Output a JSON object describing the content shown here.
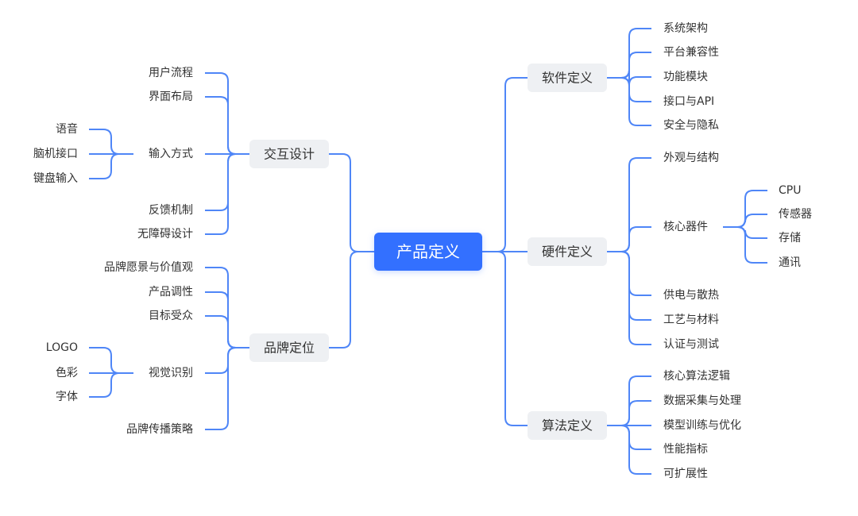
{
  "colors": {
    "root_fill": "#3370ff",
    "root_text": "#ffffff",
    "branch_fill": "#eef0f3",
    "text": "#333333",
    "edge": "#4f86f7",
    "background": "#ffffff"
  },
  "root": {
    "label": "产品定义"
  },
  "right": [
    {
      "label": "软件定义",
      "children": [
        {
          "label": "系统架构"
        },
        {
          "label": "平台兼容性"
        },
        {
          "label": "功能模块"
        },
        {
          "label": "接口与API"
        },
        {
          "label": "安全与隐私"
        }
      ]
    },
    {
      "label": "硬件定义",
      "children": [
        {
          "label": "外观与结构"
        },
        {
          "label": "核心器件",
          "children": [
            {
              "label": "CPU"
            },
            {
              "label": "传感器"
            },
            {
              "label": "存储"
            },
            {
              "label": "通讯"
            }
          ]
        },
        {
          "label": "供电与散热"
        },
        {
          "label": "工艺与材料"
        },
        {
          "label": "认证与测试"
        }
      ]
    },
    {
      "label": "算法定义",
      "children": [
        {
          "label": "核心算法逻辑"
        },
        {
          "label": "数据采集与处理"
        },
        {
          "label": "模型训练与优化"
        },
        {
          "label": "性能指标"
        },
        {
          "label": "可扩展性"
        }
      ]
    }
  ],
  "left": [
    {
      "label": "交互设计",
      "children": [
        {
          "label": "用户流程"
        },
        {
          "label": "界面布局"
        },
        {
          "label": "输入方式",
          "children": [
            {
              "label": "语音"
            },
            {
              "label": "脑机接口"
            },
            {
              "label": "键盘输入"
            }
          ]
        },
        {
          "label": "反馈机制"
        },
        {
          "label": "无障碍设计"
        }
      ]
    },
    {
      "label": "品牌定位",
      "children": [
        {
          "label": "品牌愿景与价值观"
        },
        {
          "label": "产品调性"
        },
        {
          "label": "目标受众"
        },
        {
          "label": "视觉识别",
          "children": [
            {
              "label": "LOGO"
            },
            {
              "label": "色彩"
            },
            {
              "label": "字体"
            }
          ]
        },
        {
          "label": "品牌传播策略"
        }
      ]
    }
  ]
}
